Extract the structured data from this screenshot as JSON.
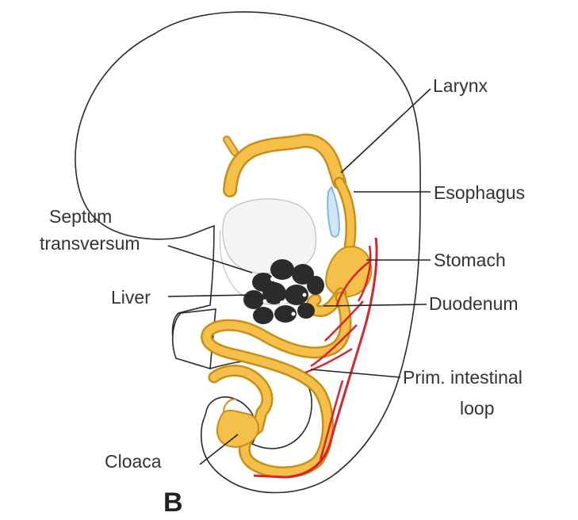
{
  "figure": {
    "panel_letter": "B",
    "labels": {
      "larynx": "Larynx",
      "esophagus": "Esophagus",
      "septum_line1": "Septum",
      "septum_line2": "transversum",
      "stomach": "Stomach",
      "liver": "Liver",
      "duodenum": "Duodenum",
      "intestinal_line1": "Prim. intestinal",
      "intestinal_line2": "loop",
      "cloaca": "Cloaca"
    },
    "colors": {
      "gut_fill": "#f5c04a",
      "gut_edge": "#c98e18",
      "artery": "#d92332",
      "liver": "#2b2b2b",
      "lung_bud": "#7fb9de",
      "outline": "#2a2a2a"
    }
  }
}
